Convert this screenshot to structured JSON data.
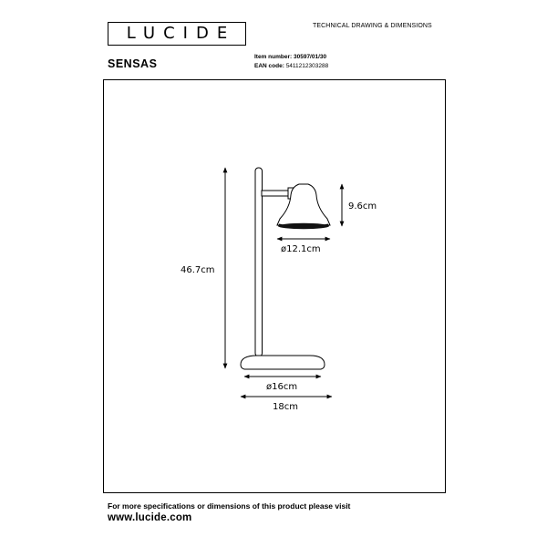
{
  "header": {
    "brand_logo_text": "LUCIDE",
    "document_type": "TECHNICAL DRAWING & DIMENSIONS"
  },
  "product": {
    "name": "SENSAS",
    "item_number_label": "Item number:",
    "item_number_value": "30597/01/30",
    "ean_label": "EAN code:",
    "ean_value": "5411212303288"
  },
  "drawing": {
    "dimensions": {
      "height_total": "46.7cm",
      "shade_height": "9.6cm",
      "shade_diameter": "ø12.1cm",
      "base_diameter": "ø16cm",
      "overall_width": "18cm"
    }
  },
  "footer": {
    "note": "For more specifications or dimensions of this product please visit",
    "url": "www.lucide.com"
  }
}
